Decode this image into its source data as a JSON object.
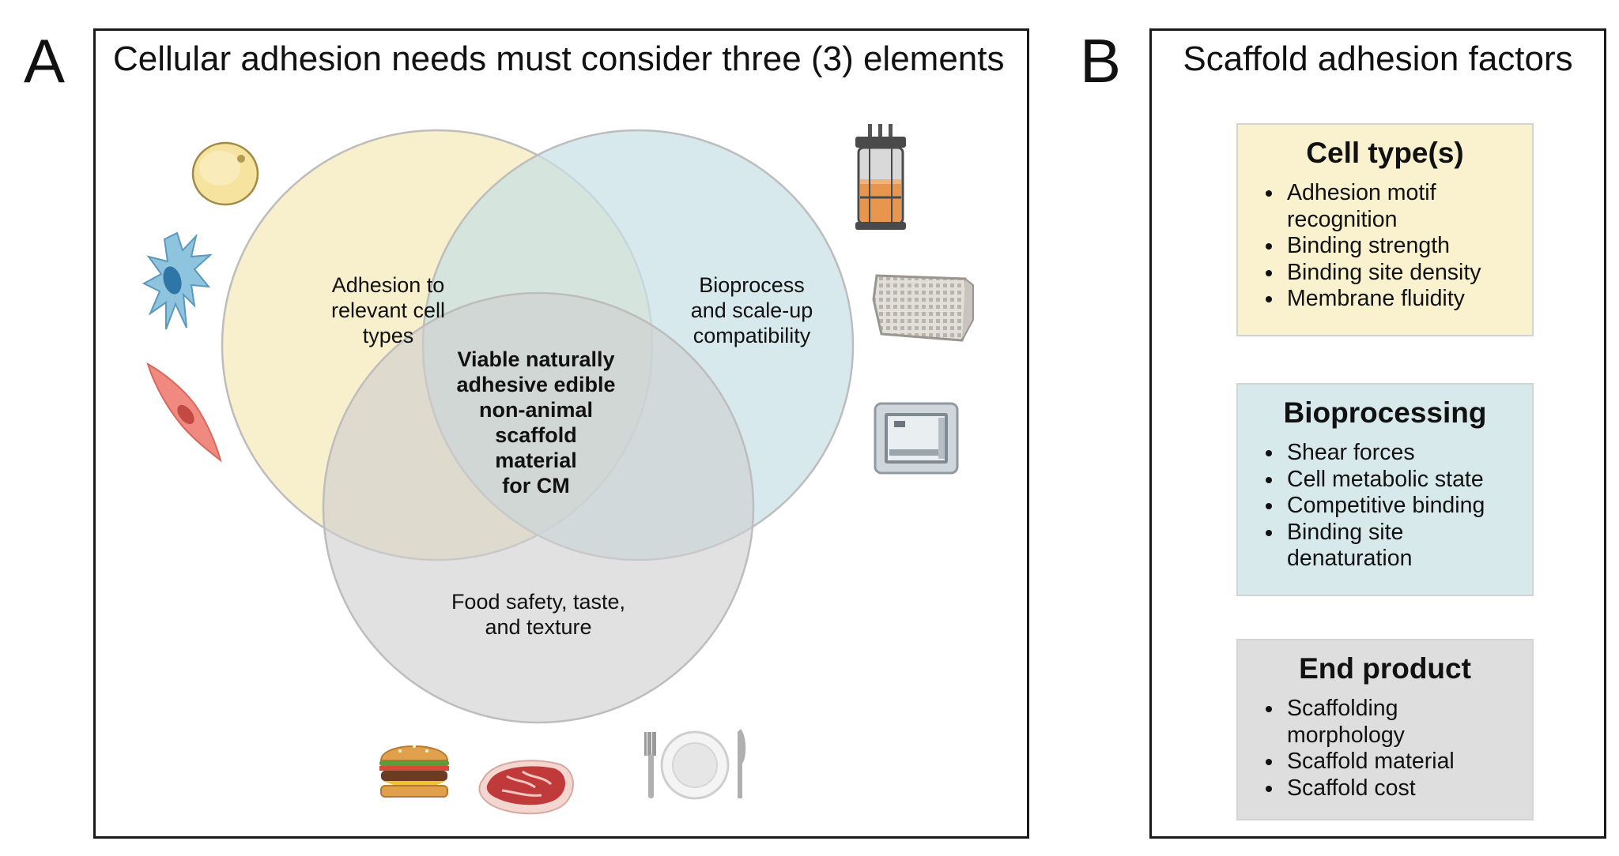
{
  "panel_a": {
    "letter": "A",
    "title": "Cellular adhesion needs must consider three (3) elements",
    "circles": {
      "cells": {
        "lines": [
          "Adhesion to",
          "relevant cell",
          "types"
        ],
        "color": "#f5e9b9"
      },
      "bioprocess": {
        "lines": [
          "Bioprocess",
          "and scale-up",
          "compatibility"
        ],
        "color": "#c7e1e5"
      },
      "food": {
        "lines": [
          "Food safety, taste,",
          "and texture"
        ],
        "color": "#cfcfcf"
      }
    },
    "center": {
      "lines": [
        "Viable naturally",
        "adhesive edible",
        "non-animal",
        "scaffold",
        "material",
        "for CM"
      ]
    }
  },
  "panel_b": {
    "letter": "B",
    "title": "Scaffold adhesion factors",
    "boxes": [
      {
        "title": "Cell type(s)",
        "items": [
          [
            "Adhesion motif",
            "recognition"
          ],
          [
            "Binding strength"
          ],
          [
            "Binding site density"
          ],
          [
            "Membrane fluidity"
          ]
        ],
        "color": "#faf1cf"
      },
      {
        "title": "Bioprocessing",
        "items": [
          [
            "Shear forces"
          ],
          [
            "Cell metabolic state"
          ],
          [
            "Competitive binding"
          ],
          [
            "Binding site",
            "denaturation"
          ]
        ],
        "color": "#d8e9ec"
      },
      {
        "title": "End product",
        "items": [
          [
            "Scaffolding",
            "morphology"
          ],
          [
            "Scaffold material"
          ],
          [
            "Scaffold cost"
          ]
        ],
        "color": "#dedede"
      }
    ]
  },
  "icons": {
    "left": [
      "round-cell-icon",
      "stellate-cell-icon",
      "spindle-cell-icon"
    ],
    "right": [
      "bioreactor-icon",
      "scaffold-mesh-icon",
      "3d-printer-icon"
    ],
    "bottom": [
      "burger-icon",
      "steak-icon",
      "plate-cutlery-icon"
    ]
  }
}
